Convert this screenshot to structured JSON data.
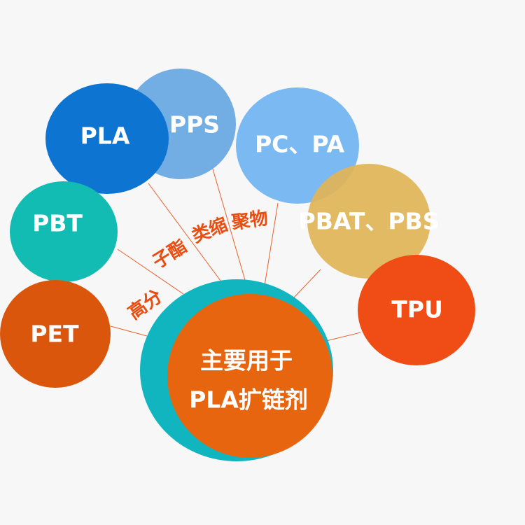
{
  "center": {
    "line1": "主要用于",
    "line2": "PLA扩链剂",
    "ring_color": "#10b5bf",
    "fill_color": "#e8650f"
  },
  "arc_text": [
    "高分",
    "子酯",
    "类缩",
    "聚物"
  ],
  "bubbles": [
    {
      "id": "pps",
      "label": "PPS",
      "color": "#6aaae2"
    },
    {
      "id": "pla",
      "label": "PLA",
      "color": "#0e74d2"
    },
    {
      "id": "pc-pa",
      "label": "PC、PA",
      "color": "#7ab9f2"
    },
    {
      "id": "pbat-pbs",
      "label": "PBAT、PBS",
      "color": "#e0b558"
    },
    {
      "id": "pbt",
      "label": "PBT",
      "color": "#12bcb2"
    },
    {
      "id": "tpu",
      "label": "TPU",
      "color": "#f04d16"
    },
    {
      "id": "pet",
      "label": "PET",
      "color": "#d9560c"
    }
  ],
  "connector_color": "#e8622c",
  "background": "#f7f7f7"
}
